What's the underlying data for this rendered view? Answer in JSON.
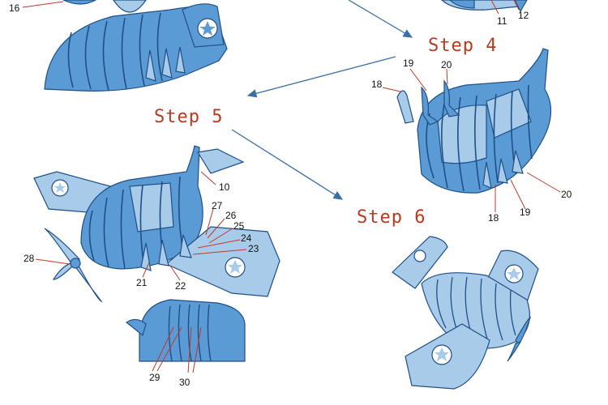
{
  "steps": {
    "step4": "Step 4",
    "step5": "Step 5",
    "step6": "Step 6"
  },
  "callouts": {
    "c16": "16",
    "c11": "11",
    "c12": "12",
    "c19a": "19",
    "c20a": "20",
    "c18a": "18",
    "c18b": "18",
    "c19b": "19",
    "c20b": "20",
    "c10": "10",
    "c27": "27",
    "c26": "26",
    "c25": "25",
    "c24": "24",
    "c23": "23",
    "c28": "28",
    "c21": "21",
    "c22": "22",
    "c29": "29",
    "c30": "30"
  },
  "colors": {
    "part_fill": "#5b9bd5",
    "part_light": "#a9cbea",
    "part_stroke": "#1f4f86",
    "arrow": "#3a6ea5",
    "leader": "#c0392b",
    "step_title": "#b8391e"
  }
}
